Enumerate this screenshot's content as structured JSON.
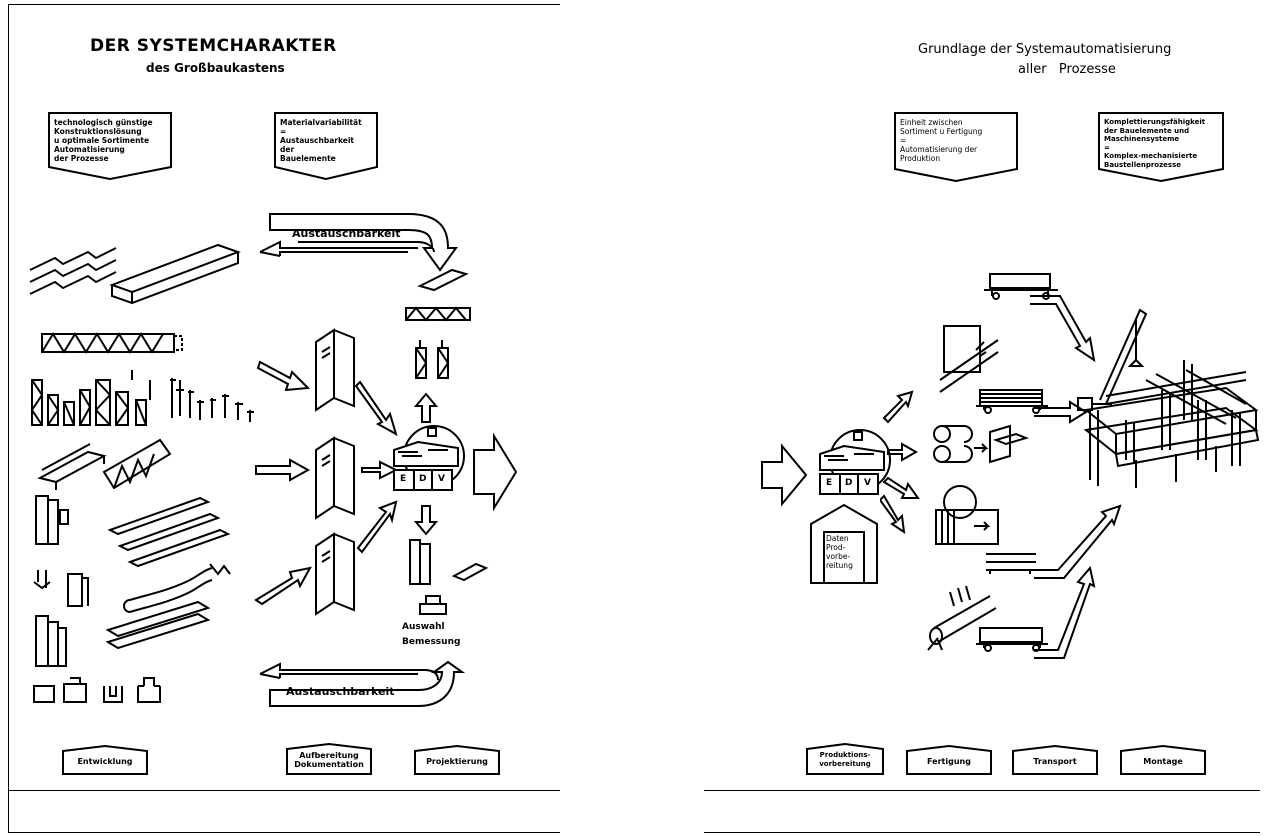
{
  "left_page": {
    "title": "DER SYSTEMCHARAKTER",
    "subtitle": "des Großbaukastens",
    "top_boxes": [
      {
        "text": "technologisch günstige\nKonstruktionslösung\nu optimale Sortimente\nAutomatisierung\nder Prozesse"
      },
      {
        "text": "Materialvariabilität\n=\nAustauschbarkeit\nder\nBauelemente"
      }
    ],
    "exchange_label_top": "Austauschbarkeit",
    "exchange_label_bottom": "Austauschbarkeit",
    "edv_letters": [
      "E",
      "D",
      "V"
    ],
    "selection_label": "Auswahl\nBemessung",
    "bottom_boxes": [
      {
        "text": "Entwicklung"
      },
      {
        "text": "Aufbereitung\nDokumentation"
      },
      {
        "text": "Projektierung"
      }
    ]
  },
  "right_page": {
    "title": "Grundlage der Systemautomatisierung",
    "subtitle": "aller   Prozesse",
    "top_boxes": [
      {
        "text": "Einheit zwischen\nSortiment u Fertigung\n=\nAutomatisierung der\nProduktion"
      },
      {
        "text": "Komplettierungsfähigkeit\nder Bauelemente und\nMaschinensysteme\n=\nKomplex-mechanisierte\nBaustellenprozesse"
      }
    ],
    "edv_letters": [
      "E",
      "D",
      "V"
    ],
    "data_box": "Daten\nProd-\nvorbe-\nreitung",
    "bottom_boxes": [
      {
        "text": "Produktions-\nvorbereitung"
      },
      {
        "text": "Fertigung"
      },
      {
        "text": "Transport"
      },
      {
        "text": "Montage"
      }
    ]
  }
}
